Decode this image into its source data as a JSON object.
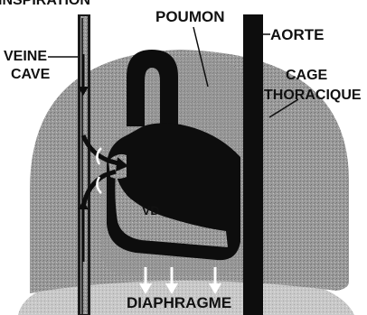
{
  "diagram": {
    "title": "INSPIRATION",
    "labels": {
      "poumon": "POUMON",
      "veine_line1": "VEINE",
      "veine_line2": "CAVE",
      "aorte": "AORTE",
      "cage_line1": "CAGE",
      "cage_line2": "THORACIQUE",
      "vd": "VD",
      "diaphragme": "DIAPHRAGME"
    }
  }
}
